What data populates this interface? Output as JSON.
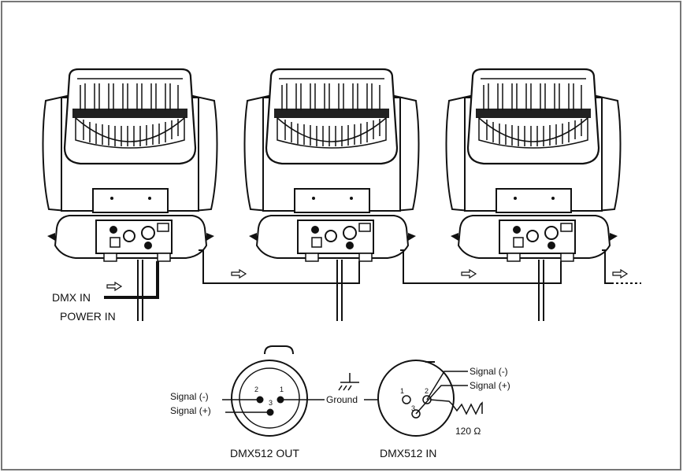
{
  "labels": {
    "dmx_in": "DMX IN",
    "power_in": "POWER IN",
    "dmx_out_title": "DMX512 OUT",
    "dmx_in_title": "DMX512 IN",
    "ground": "Ground",
    "out_signal_minus": "Signal (-)",
    "out_signal_plus": "Signal (+)",
    "in_signal_minus": "Signal (-)",
    "in_signal_plus": "Signal (+)",
    "resistor": "120 Ω"
  },
  "out_pins": {
    "p1": "1",
    "p2": "2",
    "p3": "3"
  },
  "in_pins": {
    "p1": "1",
    "p2": "2",
    "p3": "3"
  },
  "fixtures": [
    {
      "id": "fixture-1"
    },
    {
      "id": "fixture-2"
    },
    {
      "id": "fixture-3"
    }
  ],
  "colors": {
    "line": "#111111",
    "paper": "#ffffff"
  }
}
